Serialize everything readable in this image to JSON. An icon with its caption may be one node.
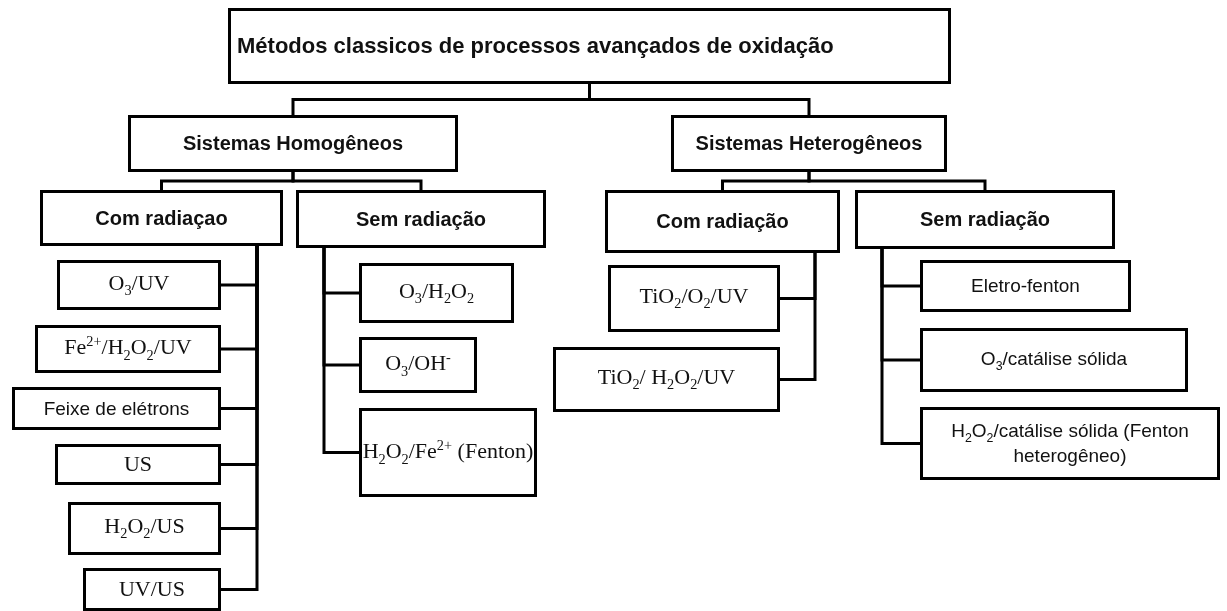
{
  "diagram": {
    "nodes": [
      {
        "text": [
          "Métodos classicos de processos avançados de oxidação"
        ]
      },
      {
        "text": [
          "Sistemas Homogêneos"
        ]
      },
      {
        "text": [
          "Sistemas Heterogêneos"
        ]
      },
      {
        "text": [
          "Com radiaçao"
        ]
      },
      {
        "text": [
          "Sem radiação"
        ]
      },
      {
        "text": [
          "Com radiação"
        ]
      },
      {
        "text": [
          "Sem radiação"
        ]
      },
      {
        "text": [
          "O$_{3}$/UV"
        ]
      },
      {
        "text": [
          "Fe$^{2+}$/H$_{2}$O$_{2}$/UV"
        ]
      },
      {
        "text": [
          "Feixe de elétrons"
        ]
      },
      {
        "text": [
          "US"
        ]
      },
      {
        "text": [
          "H$_{2}$O$_{2}$/US"
        ]
      },
      {
        "text": [
          "UV/US"
        ]
      },
      {
        "text": [
          "O$_{3}$/H$_{2}$O$_{2}$"
        ]
      },
      {
        "text": [
          "O$_{3}$/OH$^{-}$"
        ]
      },
      {
        "text": [
          "H$_{2}$O$_{2}$/Fe$^{2+}$ (Fenton)"
        ]
      },
      {
        "text": [
          "TiO$_{2}$/O$_{2}$/UV"
        ]
      },
      {
        "text": [
          "TiO$_{2}$/ H$_{2}$O$_{2}$/UV"
        ]
      },
      {
        "text": [
          "Eletro-fenton"
        ]
      },
      {
        "text": [
          "O$_{3}$/catálise sólida"
        ]
      },
      {
        "text": [
          "H$_{2}$O$_{2}$/catálise sólida (Fenton heterogêneo)"
        ]
      }
    ],
    "edges": [
      {
        "from": 0,
        "to": 1,
        "arrow": "none"
      },
      {
        "from": 0,
        "to": 2,
        "arrow": "none"
      },
      {
        "from": 1,
        "to": 3,
        "arrow": "none"
      },
      {
        "from": 1,
        "to": 4,
        "arrow": "none"
      },
      {
        "from": 2,
        "to": 5,
        "arrow": "none"
      },
      {
        "from": 2,
        "to": 6,
        "arrow": "none"
      },
      {
        "from": 3,
        "to": 7,
        "arrow": "none"
      },
      {
        "from": 3,
        "to": 8,
        "arrow": "none"
      },
      {
        "from": 3,
        "to": 9,
        "arrow": "none"
      },
      {
        "from": 3,
        "to": 10,
        "arrow": "none"
      },
      {
        "from": 3,
        "to": 11,
        "arrow": "none"
      },
      {
        "from": 3,
        "to": 12,
        "arrow": "none"
      },
      {
        "from": 4,
        "to": 13,
        "arrow": "none"
      },
      {
        "from": 4,
        "to": 14,
        "arrow": "none"
      },
      {
        "from": 4,
        "to": 15,
        "arrow": "none"
      },
      {
        "from": 5,
        "to": 16,
        "arrow": "none"
      },
      {
        "from": 5,
        "to": 17,
        "arrow": "none"
      },
      {
        "from": 6,
        "to": 18,
        "arrow": "none"
      },
      {
        "from": 6,
        "to": 19,
        "arrow": "none"
      },
      {
        "from": 6,
        "to": 20,
        "arrow": "none"
      }
    ]
  }
}
